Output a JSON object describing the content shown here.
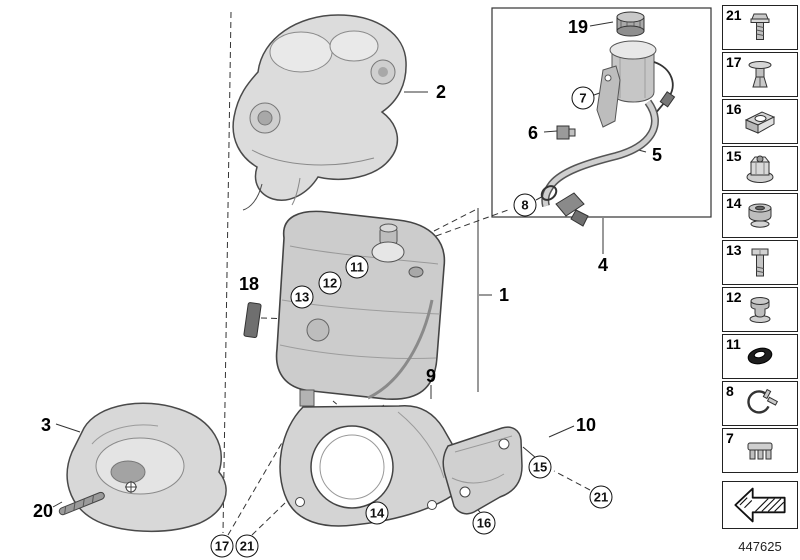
{
  "palette": {
    "line": "#3a3a3a",
    "fill_light": "#d9d9d9",
    "fill_mid": "#bdbdbd",
    "background": "#ffffff"
  },
  "doc_number": "447625",
  "callouts": {
    "plain": [
      {
        "label": "2"
      },
      {
        "label": "19"
      },
      {
        "label": "6"
      },
      {
        "label": "5"
      },
      {
        "label": "4"
      },
      {
        "label": "1"
      },
      {
        "label": "18"
      },
      {
        "label": "9"
      },
      {
        "label": "10"
      },
      {
        "label": "3"
      },
      {
        "label": "20"
      }
    ],
    "circled": [
      {
        "label": "7"
      },
      {
        "label": "8"
      },
      {
        "label": "11"
      },
      {
        "label": "12"
      },
      {
        "label": "13"
      },
      {
        "label": "15"
      },
      {
        "label": "21"
      },
      {
        "label": "16"
      },
      {
        "label": "14"
      },
      {
        "label": "17"
      },
      {
        "label": "21"
      }
    ]
  },
  "sidebar": {
    "items": [
      {
        "label": "21",
        "icon": "flange-screw"
      },
      {
        "label": "17",
        "icon": "expansion-rivet"
      },
      {
        "label": "16",
        "icon": "clip-nut"
      },
      {
        "label": "15",
        "icon": "plastic-nut"
      },
      {
        "label": "14",
        "icon": "grommet"
      },
      {
        "label": "13",
        "icon": "hex-bolt"
      },
      {
        "label": "12",
        "icon": "rubber-mount"
      },
      {
        "label": "11",
        "icon": "rubber-ring"
      },
      {
        "label": "8",
        "icon": "hose-clamp"
      },
      {
        "label": "7",
        "icon": "line-clip"
      }
    ],
    "direction_symbol": "front-direction-arrow"
  }
}
